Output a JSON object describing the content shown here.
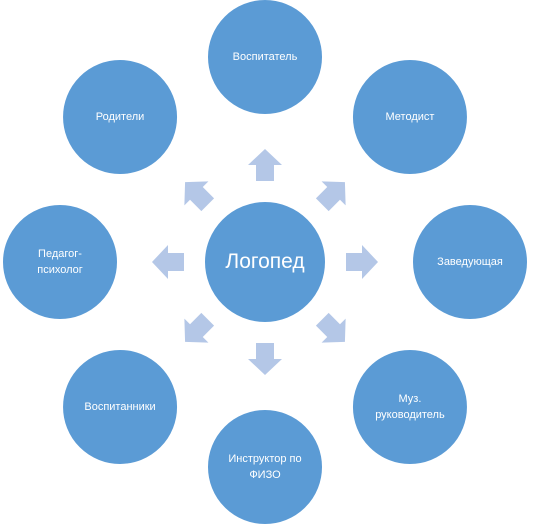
{
  "colors": {
    "node_fill": "#5B9BD5",
    "node_stroke": "#FFFFFF",
    "arrow_fill": "#B4C7E7"
  },
  "center": {
    "label": "Логопед"
  },
  "nodes": [
    {
      "label": "Воспитатель"
    },
    {
      "label": "Методист"
    },
    {
      "label": "Заведующая"
    },
    {
      "label": "Муз.\nруководитель"
    },
    {
      "label": "Инструктор по\nФИЗО"
    },
    {
      "label": "Воспитанники"
    },
    {
      "label": "Педагог-\nпсихолог"
    },
    {
      "label": "Родители"
    }
  ]
}
